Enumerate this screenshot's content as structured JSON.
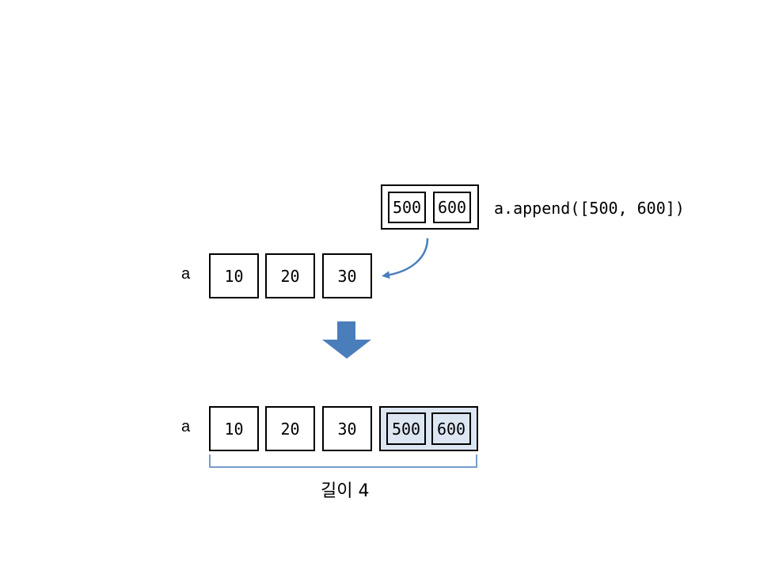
{
  "colors": {
    "arrow": "#4a7ebb",
    "highlight_fill": "#dce6f2",
    "brace": "#4a7ebb"
  },
  "append_operation": {
    "code": "a.append([500, 600])",
    "items": [
      "500",
      "600"
    ]
  },
  "before": {
    "var_name": "a",
    "items": [
      "10",
      "20",
      "30"
    ]
  },
  "after": {
    "var_name": "a",
    "items": [
      "10",
      "20",
      "30"
    ],
    "nested_items": [
      "500",
      "600"
    ]
  },
  "length_caption": "길이 4"
}
